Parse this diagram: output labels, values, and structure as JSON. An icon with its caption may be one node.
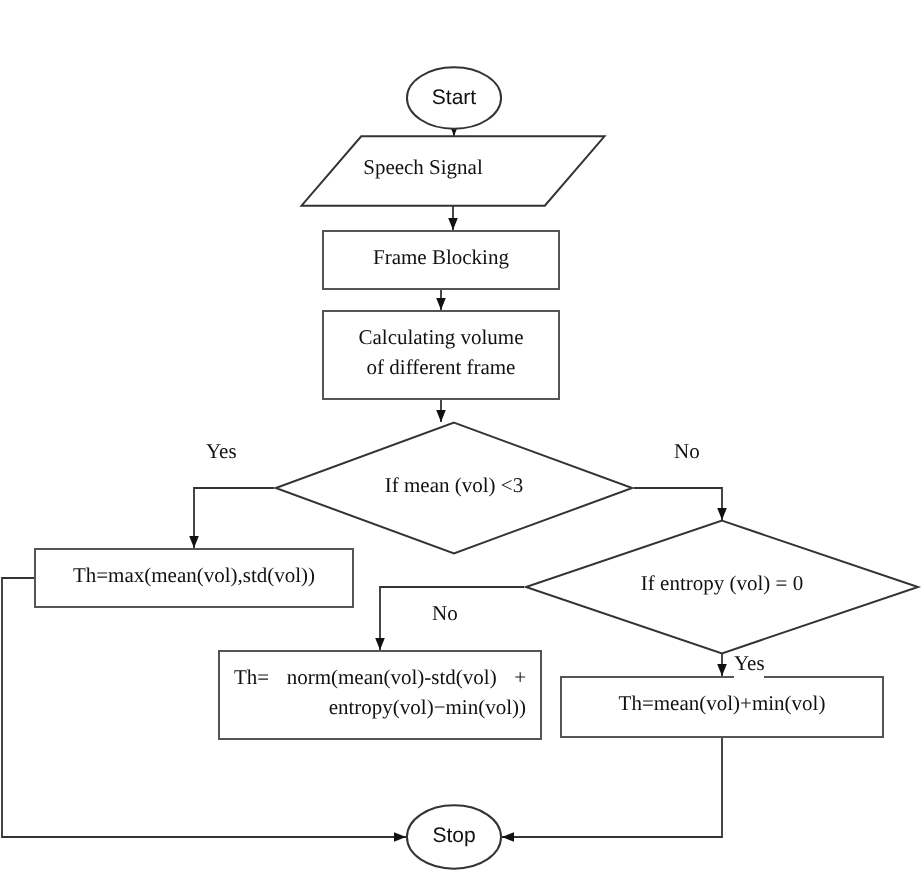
{
  "diagram": {
    "nodes": [
      {
        "text": [
          "Start"
        ]
      },
      {
        "text": [
          "Speech Signal"
        ]
      },
      {
        "text": [
          "Frame Blocking"
        ]
      },
      {
        "text": [
          "Calculating volume of different frame"
        ]
      },
      {
        "text": [
          "If mean (vol) <3"
        ]
      },
      {
        "text": [
          "Th=max(mean(vol),std(vol))"
        ]
      },
      {
        "text": [
          "If entropy (vol) = 0"
        ]
      },
      {
        "text": [
          "Th= norm(mean(vol)-std(vol) + entropy(vol)−min(vol))"
        ]
      },
      {
        "text": [
          "Th=mean(vol)+min(vol)"
        ]
      },
      {
        "text": [
          "Stop"
        ]
      }
    ],
    "edges": [
      {
        "from": 0,
        "to": 1,
        "arrow": "to"
      },
      {
        "from": 1,
        "to": 2,
        "arrow": "to"
      },
      {
        "from": 2,
        "to": 3,
        "arrow": "to"
      },
      {
        "from": 3,
        "to": 4,
        "arrow": "to"
      },
      {
        "from": 4,
        "to": 5,
        "arrow": "to",
        "label": "Yes"
      },
      {
        "from": 4,
        "to": 6,
        "arrow": "to",
        "label": "No"
      },
      {
        "from": 6,
        "to": 7,
        "arrow": "to",
        "label": "No"
      },
      {
        "from": 6,
        "to": 8,
        "arrow": "to",
        "label": "Yes"
      },
      {
        "from": 5,
        "to": 9,
        "arrow": "to"
      },
      {
        "from": 8,
        "to": 9,
        "arrow": "to"
      }
    ]
  }
}
